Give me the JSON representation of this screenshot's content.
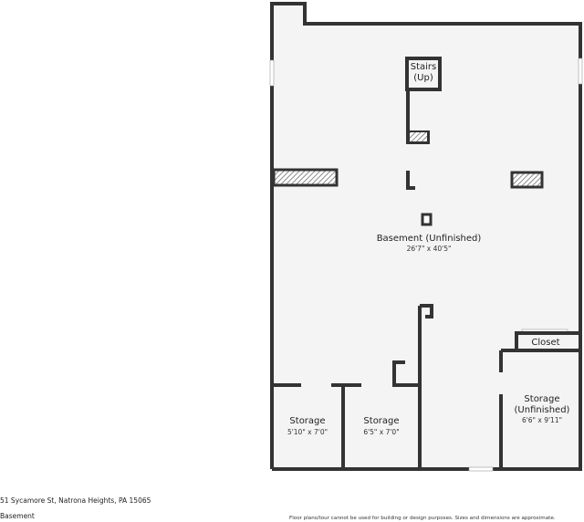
{
  "plan": {
    "colors": {
      "floor": "#f4f4f4",
      "wall": "#333333",
      "opening": "#ffffff",
      "hatch": "#8a8a8a"
    },
    "rooms": [
      {
        "id": "stairs",
        "label_lines": [
          "Stairs",
          "(Up)"
        ],
        "dimensions": ""
      },
      {
        "id": "basement",
        "label_lines": [
          "Basement (Unfinished)"
        ],
        "dimensions": "26'7\" x 40'5\""
      },
      {
        "id": "closet",
        "label_lines": [
          "Closet"
        ],
        "dimensions": ""
      },
      {
        "id": "storage-unfinished",
        "label_lines": [
          "Storage",
          "(Unfinished)"
        ],
        "dimensions": "6'6\" x 9'11\""
      },
      {
        "id": "storage-left",
        "label_lines": [
          "Storage"
        ],
        "dimensions": "5'10\" x 7'0\""
      },
      {
        "id": "storage-middle",
        "label_lines": [
          "Storage"
        ],
        "dimensions": "6'5\" x 7'0\""
      }
    ]
  },
  "footer": {
    "address": "51 Sycamore St, Natrona Heights, PA 15065",
    "floor_name": "Basement",
    "disclaimer": "Floor plans/tour cannot be used for building or design purposes. Sizes and dimensions are approximate."
  }
}
